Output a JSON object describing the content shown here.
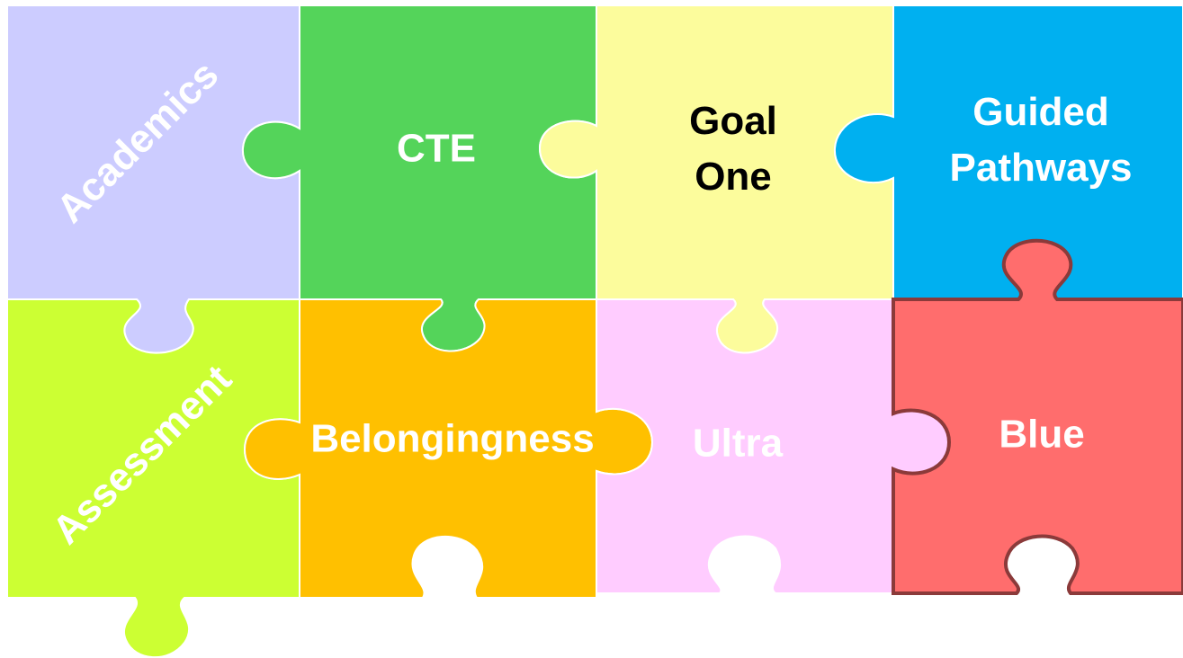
{
  "pieces": [
    {
      "id": "academics",
      "label": "Academics",
      "color": "#CCCCFF",
      "text_color": "#FFFFFF"
    },
    {
      "id": "cte",
      "label": "CTE",
      "color": "#54D45A",
      "text_color": "#FFFFFF"
    },
    {
      "id": "goal-one",
      "label": [
        "Goal",
        "One"
      ],
      "color": "#FCFC9C",
      "text_color": "#000000"
    },
    {
      "id": "guided-pathways",
      "label": [
        "Guided",
        "Pathways"
      ],
      "color": "#00B0F0",
      "text_color": "#FFFFFF"
    },
    {
      "id": "assessment",
      "label": "Assessment",
      "color": "#CCFF33",
      "text_color": "#FFFFFF"
    },
    {
      "id": "belongingness",
      "label": "Belongingness",
      "color": "#FFC000",
      "text_color": "#FFFFFF"
    },
    {
      "id": "ultra",
      "label": "Ultra",
      "color": "#FFCCFF",
      "text_color": "#FFFFFF"
    },
    {
      "id": "blue",
      "label": "Blue",
      "color": "#FF6D6D",
      "text_color": "#FFFFFF",
      "border_color": "#8B3A3A"
    }
  ]
}
